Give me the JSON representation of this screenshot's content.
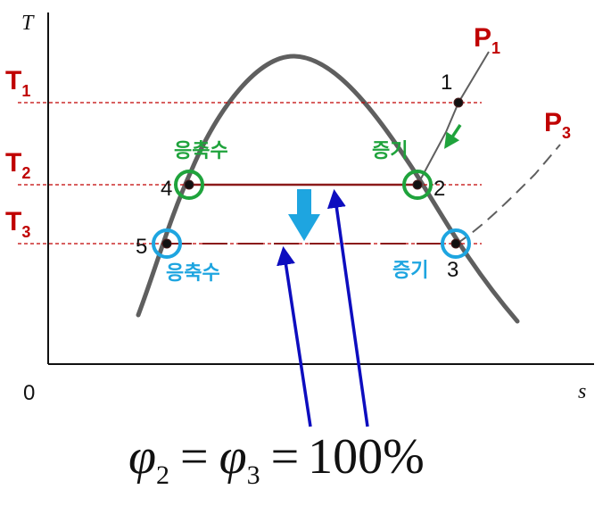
{
  "axes": {
    "y_label": "T",
    "x_label": "s",
    "origin": "0"
  },
  "temperature_lines": [
    {
      "label": "T",
      "sub": "1"
    },
    {
      "label": "T",
      "sub": "2"
    },
    {
      "label": "T",
      "sub": "3"
    }
  ],
  "pressure_lines": [
    {
      "label": "P",
      "sub": "1"
    },
    {
      "label": "P",
      "sub": "3"
    }
  ],
  "states": [
    "1",
    "2",
    "3",
    "4",
    "5"
  ],
  "state_labels": {
    "condensate_top": "응축수",
    "vapor_top": "증기",
    "condensate_bottom": "응축수",
    "vapor_bottom": "증기"
  },
  "equation": {
    "phi": "φ",
    "sub2": "2",
    "sub3": "3",
    "eq": "=",
    "value": "100%"
  },
  "colors": {
    "red": "#c00000",
    "green": "#1fa33c",
    "cyan": "#1ea5e0",
    "navy": "#0d0dbf",
    "dome": "#5f5f5f"
  }
}
